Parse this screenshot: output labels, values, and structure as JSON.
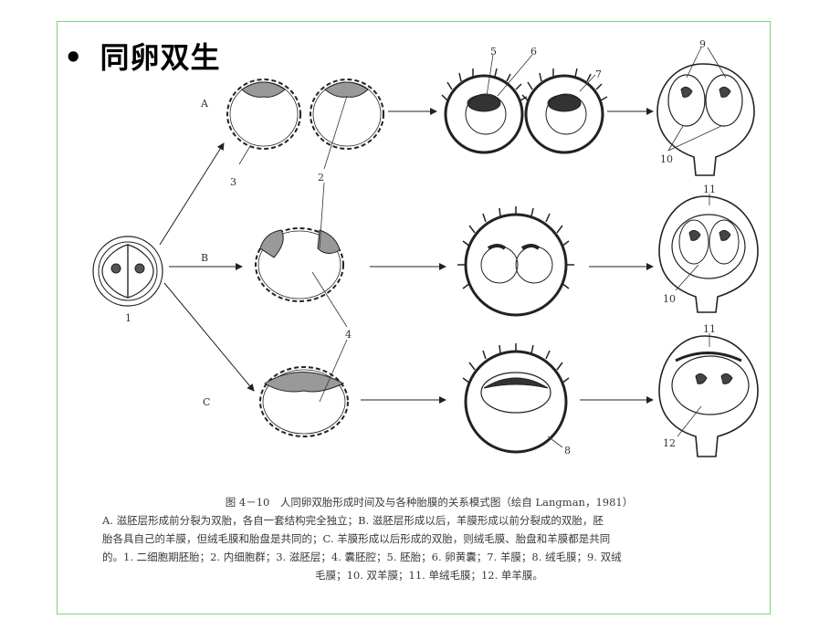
{
  "slide": {
    "bullet": "•",
    "title": "同卵双生"
  },
  "figure": {
    "row_labels": [
      "A",
      "B",
      "C"
    ],
    "numbers": [
      "1",
      "2",
      "3",
      "4",
      "5",
      "6",
      "7",
      "8",
      "9",
      "10",
      "10",
      "11",
      "11",
      "12"
    ]
  },
  "caption": {
    "title": "图 4－10　人同卵双胎形成时间及与各种胎膜的关系模式图（绘自 Langman，1981）",
    "line1": "A. 滋胚层形成前分裂为双胎，各自一套结构完全独立；B. 滋胚层形成以后，羊膜形成以前分裂成的双胎，胚",
    "line2": "胎各具自己的羊膜，但绒毛膜和胎盘是共同的；C. 羊膜形成以后形成的双胎，则绒毛膜、胎盘和羊膜都是共同",
    "line3": "的。1. 二细胞期胚胎；2. 内细胞群；3. 滋胚层；4. 囊胚腔；5. 胚胎；6. 卵黄囊；7. 羊膜；8. 绒毛膜；9. 双绒",
    "line4": "毛膜；10. 双羊膜；11. 单绒毛膜；12. 单羊膜。"
  }
}
